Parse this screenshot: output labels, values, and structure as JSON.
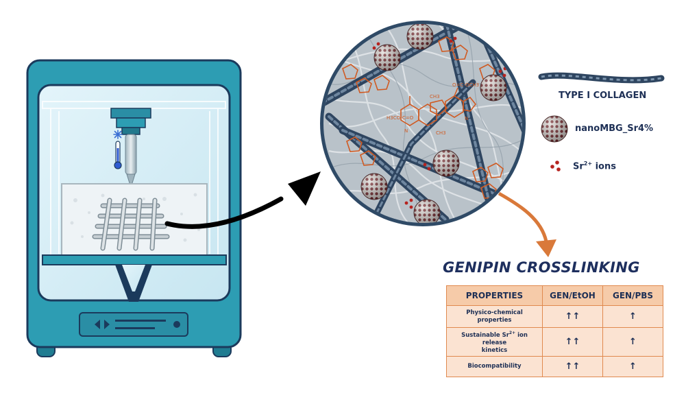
{
  "legend": {
    "collagen": "TYPE I COLLAGEN",
    "nanoparticle": "nanoMBG_Sr4%",
    "ions_main": "Sr",
    "ions_sup": "2+",
    "ions_suffix": " ions"
  },
  "molecule_labels": {
    "left_ester": "H3CO-C=O",
    "right_ester": "O=C-OCH3",
    "ch3_a": "CH3",
    "ch3_b": "CH3",
    "n_a": "N",
    "n_b": "N"
  },
  "section_title": "GENIPIN CROSSLINKING",
  "table": {
    "headers": [
      "PROPERTIES",
      "GEN/EtOH",
      "GEN/PBS"
    ],
    "rows": [
      {
        "label_a": "Physico-chemical",
        "label_b": "properties",
        "v1": "↑↑",
        "v2": "↑"
      },
      {
        "label_pre": "Sustainable Sr",
        "label_sup": "2+",
        "label_post": " ion release",
        "label_b": "kinetics",
        "v1": "↑↑",
        "v2": "↑"
      },
      {
        "label_a": "Biocompatibility",
        "v1": "↑↑",
        "v2": "↑"
      }
    ]
  },
  "colors": {
    "printer_body": "#2d9db3",
    "printer_outline": "#1b3a5c",
    "collagen_fiber": "#3d5671",
    "genipin": "#d05a22",
    "arrow_orange": "#d9793a",
    "table_header": "#f6cba9",
    "table_cell": "#fbe3d2",
    "title_text": "#1e2f5e",
    "ions": "#b5231f"
  },
  "icons": [
    "3d-printer-icon",
    "thermometer-icon",
    "snowflake-icon",
    "scaffold-icon",
    "play-controls-icon",
    "power-button-icon",
    "magnifier-circle-icon",
    "nanoparticle-icon",
    "collagen-fiber-icon"
  ]
}
